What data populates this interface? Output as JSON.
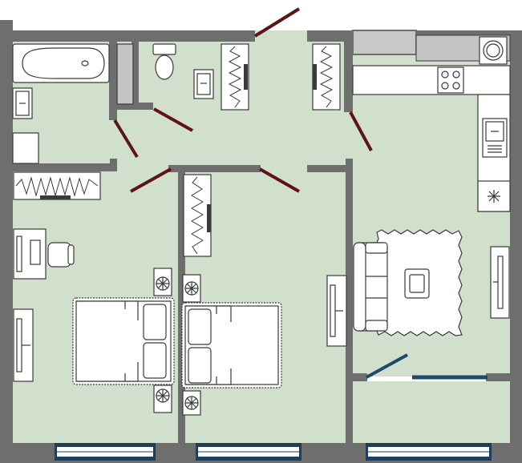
{
  "colors": {
    "floor": "#d1e0cd",
    "wall": "#6e6e6e",
    "door": "#5e1414",
    "window_frame": "#1f3d5c",
    "window_glass": "#ffffff",
    "balcony_door": "#1e4a68",
    "fixture_fill": "#ffffff",
    "fixture_stroke": "#3a3a3a",
    "appliance_gray": "#c4c4c4",
    "background": "#ffffff"
  },
  "rooms": [
    "bathroom",
    "toilet",
    "hallway",
    "bedroom",
    "bedroom-2",
    "kitchen-living-room",
    "balcony"
  ],
  "furniture": [
    "bathtub",
    "sink",
    "washing-machine",
    "toilet",
    "wardrobe",
    "desk",
    "chair",
    "double-bed",
    "nightstand",
    "sofa",
    "rug",
    "coffee-table",
    "tv-stand",
    "stove",
    "kitchen-sink",
    "refrigerator"
  ],
  "icons": {
    "bathtub": "bathtub-icon",
    "toilet": "toilet-icon",
    "sink": "sink-icon",
    "stove": "stove-icon",
    "bed": "bed-icon",
    "wardrobe": "wardrobe-icon",
    "sofa": "sofa-icon",
    "lamp": "lamp-icon",
    "refrigerator": "refrigerator-icon"
  }
}
